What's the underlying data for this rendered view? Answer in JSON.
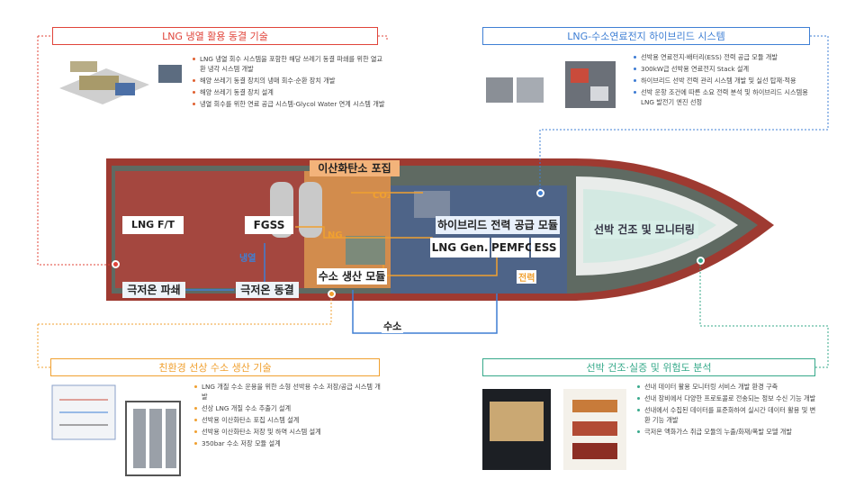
{
  "colors": {
    "red": "#e0443a",
    "blue": "#3f7fd4",
    "orange": "#f0a030",
    "teal": "#36a98a",
    "hull_red": "#a43a32",
    "deck": "#4e5a52"
  },
  "panels": {
    "top_left": {
      "title": "LNG 냉열 활용 동결 기술",
      "items": [
        "LNG 냉열 회수 시스템을 포함한 해당 쓰레기 동결 파쇄를 위한 열교환 냉각 시스템 개발",
        "해양 쓰레기 동결 장치의 냉매 회수·순환 장치 개발",
        "해양 쓰레기 동결 장치 설계",
        "냉열 회수를 위한 연료 공급 시스템-Glycol Water 연계 시스템 개발"
      ]
    },
    "top_right": {
      "title": "LNG-수소연료전지 하이브리드 시스템",
      "items": [
        "선박용 연료전지·배터리(ESS) 전력 공급 모듈 개발",
        "300kW급 선박용 연료전지 Stack 설계",
        "하이브리드 선박 전력 관리 시스템 개발 및 실선 탑재·적용",
        "선박 운항 조건에 따른 소요 전력 분석 및 하이브리드 시스템용 LNG 발전기 엔진 선정"
      ]
    },
    "bottom_left": {
      "title": "친환경 선상 수소 생산 기술",
      "items": [
        "LNG 개질 수소 운용을 위한 소형 선박용 수소 저장/공급 시스템 개발",
        "선상 LNG 개질 수소 추출기 설계",
        "선박용 이산화탄소 포집 시스템 설계",
        "선박용 이산화탄소 저장 및 하역 시스템 설계",
        "350bar 수소 저장 모듈 설계"
      ]
    },
    "bottom_right": {
      "title": "선박 건조·실증 및 위험도 분석",
      "items": [
        "선내 데이터 활용 모니터링 서비스 개발 환경 구축",
        "선내 장비에서 다양한 프로토콜로 전송되는 정보 수신 기능 개발",
        "선내에서 수집된 데이터를 표준화하여 실시간 데이터 활용 및 변환 기능 개발",
        "극저온 액화가스 취급 모듈의 누출/화재/폭발 모델 개발"
      ]
    }
  },
  "ship": {
    "co2_capture": "이산화탄소 포집",
    "co2": "CO₂",
    "lng_ft": "LNG F/T",
    "fgss": "FGSS",
    "ng": "NG",
    "coolant": "냉열",
    "cryo_crush": "극저온 파쇄",
    "cryo_freeze": "극저온 동결",
    "h2_module": "수소 생산 모듈",
    "hybrid_module": "하이브리드 전력 공급 모듈",
    "lng_gen": "LNG Gen.",
    "pemfc": "PEMFC",
    "ess": "ESS",
    "power": "전력",
    "hydrogen": "수소",
    "monitoring": "선박 건조 및 모니터링"
  }
}
